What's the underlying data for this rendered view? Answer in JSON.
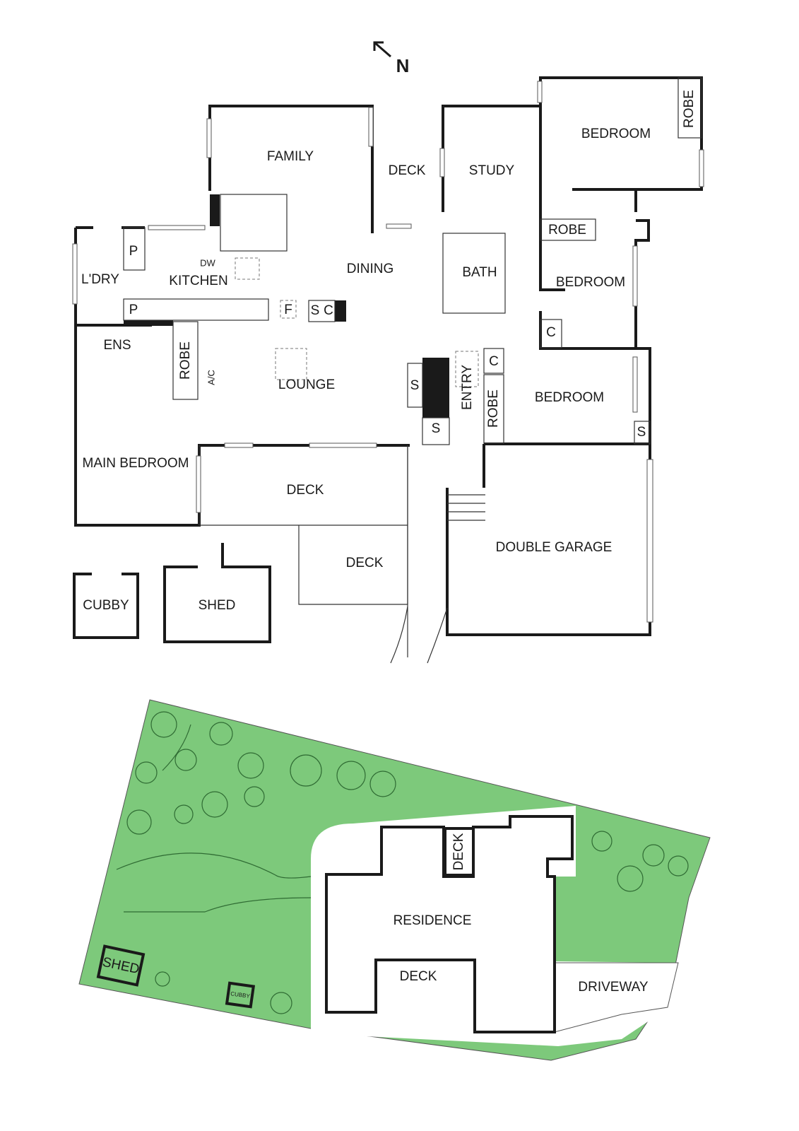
{
  "compass": {
    "label": "N",
    "icon": "north-arrow-icon"
  },
  "floor_plan": {
    "rooms": {
      "family": "FAMILY",
      "deck_north": "DECK",
      "study": "STUDY",
      "bedroom_1": "BEDROOM",
      "robe_1": "ROBE",
      "robe_2": "ROBE",
      "bedroom_2": "BEDROOM",
      "bath": "BATH",
      "dining": "DINING",
      "kitchen": "KITCHEN",
      "laundry": "L'DRY",
      "pantry_1": "P",
      "pantry_2": "P",
      "dishwasher": "DW",
      "fridge": "F",
      "s_1": "S",
      "c_1": "C",
      "ensuite": "ENS",
      "robe_main": "ROBE",
      "ac": "A/C",
      "lounge": "LOUNGE",
      "s_2": "S",
      "s_3": "S",
      "entry": "ENTRY",
      "c_2": "C",
      "c_3": "C",
      "robe_3": "ROBE",
      "bedroom_3": "BEDROOM",
      "s_4": "S",
      "main_bedroom": "MAIN BEDROOM",
      "deck_rear": "DECK",
      "deck_lower": "DECK",
      "double_garage": "DOUBLE GARAGE",
      "cubby": "CUBBY",
      "shed": "SHED"
    }
  },
  "site_plan": {
    "lawn_color": "#7dc97b",
    "labels": {
      "residence": "RESIDENCE",
      "deck_top": "DECK",
      "deck_bottom": "DECK",
      "driveway": "DRIVEWAY",
      "shed": "SHED",
      "cubby": "CUBBY"
    }
  }
}
